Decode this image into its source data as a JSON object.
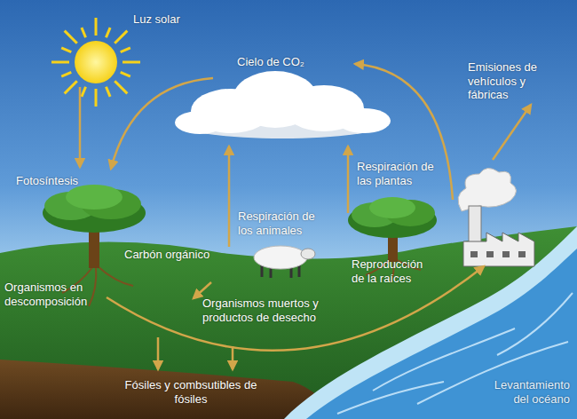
{
  "diagram": {
    "labels": [
      "Luz solar",
      "Cielo de CO₂",
      "Emisiones de vehículos y fábricas",
      "Fotosíntesis",
      "Respiración de las plantas",
      "Respiración de los animales",
      "Carbón orgánico",
      "Organismos en descomposición",
      "Reproducción de la raíces",
      "Organismos muertos y productos de desecho",
      "Fósiles y combsutibles de fósiles",
      "Levantamiento del océano"
    ]
  }
}
